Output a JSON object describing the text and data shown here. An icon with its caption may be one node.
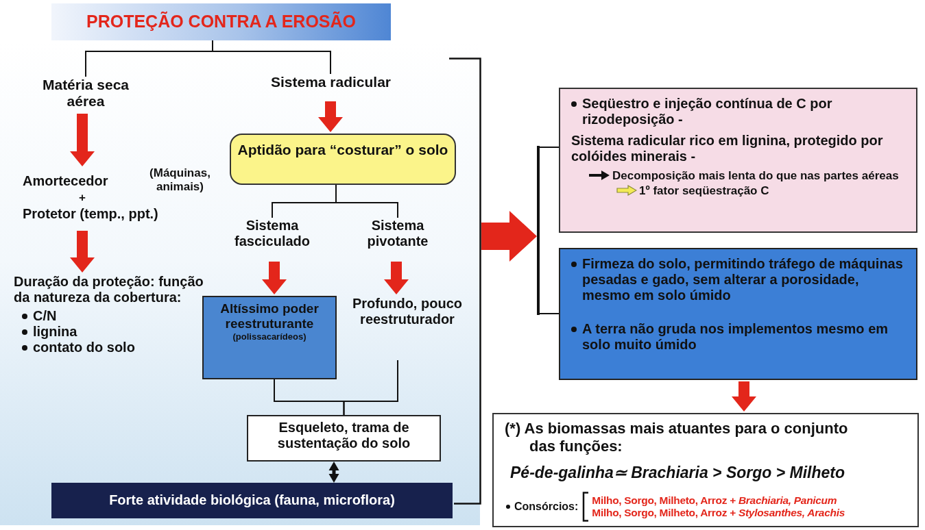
{
  "diagram": {
    "nodes": [
      {
        "text": [
          "PROTEÇÃO CONTRA A EROSÃO"
        ]
      },
      {
        "text": [
          "Matéria seca aérea"
        ]
      },
      {
        "text": [
          "Sistema radicular"
        ]
      },
      {
        "text": [
          "Amortecedor",
          "+",
          "Protetor (temp., ppt.)"
        ],
        "beside": [
          "(Máquinas, animais)"
        ]
      },
      {
        "text": [
          "Duração da proteção: função da natureza da cobertura:",
          "C/N",
          "lignina",
          "contato do solo"
        ]
      },
      {
        "text": [
          "Aptidão para “costurar” o solo"
        ]
      },
      {
        "text": [
          "Sistema fasciculado"
        ]
      },
      {
        "text": [
          "Sistema pivotante"
        ]
      },
      {
        "text": [
          "Altíssimo poder reestruturante",
          "(polissacarídeos)"
        ]
      },
      {
        "text": [
          "Profundo, pouco reestruturador"
        ]
      },
      {
        "text": [
          "Esqueleto, trama de sustentação do solo"
        ]
      },
      {
        "text": [
          "Forte atividade biológica (fauna, microflora)"
        ]
      },
      {
        "text": [
          "Seqüestro e injeção contínua de C por rizodeposição -",
          "Sistema radicular rico em lignina, protegido por colóides minerais -",
          "Decomposição mais lenta do que nas partes aéreas",
          "1º fator seqüestração C"
        ]
      },
      {
        "text": [
          "Firmeza do solo, permitindo tráfego de máquinas pesadas e gado, sem alterar a porosidade, mesmo em solo úmido",
          "A terra não gruda nos implementos mesmo em solo muito úmido"
        ]
      },
      {
        "text": [
          "(*) As biomassas mais atuantes para o conjunto das funções:",
          "Pé-de-galinha≃ Brachiaria > Sorgo > Milheto",
          "Consórcios:",
          "Milho, Sorgo, Milheto, Arroz + *Brachiaria, Panicum*",
          "Milho, Sorgo, Milheto, Arroz + *Stylosanthes, Arachis*"
        ]
      },
      {
        "text": [],
        "shape": "bracket"
      },
      {
        "text": [],
        "shape": "bar"
      }
    ],
    "edges": [
      {
        "from": 0,
        "to": 1,
        "arrow": "none"
      },
      {
        "from": 0,
        "to": 2,
        "arrow": "none"
      },
      {
        "from": 1,
        "to": 3,
        "arrow": "to",
        "style": "thick",
        "color": "#e3261b"
      },
      {
        "from": 3,
        "to": 4,
        "arrow": "to",
        "style": "thick",
        "color": "#e3261b"
      },
      {
        "from": 2,
        "to": 5,
        "arrow": "to",
        "style": "thick",
        "color": "#e3261b"
      },
      {
        "from": 5,
        "to": 6,
        "arrow": "none"
      },
      {
        "from": 5,
        "to": 7,
        "arrow": "none"
      },
      {
        "from": 6,
        "to": 8,
        "arrow": "to",
        "style": "thick",
        "color": "#e3261b"
      },
      {
        "from": 7,
        "to": 9,
        "arrow": "to",
        "style": "thick",
        "color": "#e3261b"
      },
      {
        "from": 8,
        "to": 10,
        "arrow": "none"
      },
      {
        "from": 9,
        "to": 10,
        "arrow": "none"
      },
      {
        "from": 10,
        "to": 11,
        "arrow": "both",
        "style": "thick"
      },
      {
        "from": 15,
        "to": 16,
        "arrow": "to",
        "style": "thick",
        "color": "#e3261b"
      },
      {
        "from": 16,
        "to": 12,
        "arrow": "none"
      },
      {
        "from": 16,
        "to": 13,
        "arrow": "none"
      },
      {
        "from": 13,
        "to": 14,
        "arrow": "to",
        "style": "thick",
        "color": "#e3261b"
      }
    ]
  }
}
